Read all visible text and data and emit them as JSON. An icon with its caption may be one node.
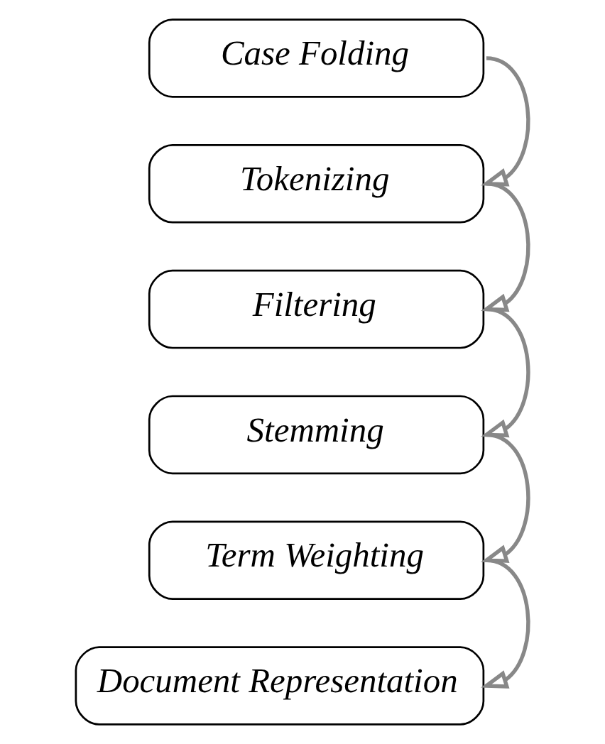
{
  "diagram": {
    "nodes": [
      {
        "text": [
          "Case Folding"
        ]
      },
      {
        "text": [
          "Tokenizing"
        ]
      },
      {
        "text": [
          "Filtering"
        ]
      },
      {
        "text": [
          "Stemming"
        ]
      },
      {
        "text": [
          "Term Weighting"
        ]
      },
      {
        "text": [
          "Document Representation"
        ]
      }
    ],
    "edges": [
      {
        "from": 0,
        "to": 1,
        "arrow": "to"
      },
      {
        "from": 1,
        "to": 2,
        "arrow": "to"
      },
      {
        "from": 2,
        "to": 3,
        "arrow": "to"
      },
      {
        "from": 3,
        "to": 4,
        "arrow": "to"
      },
      {
        "from": 4,
        "to": 5,
        "arrow": "to"
      }
    ]
  }
}
